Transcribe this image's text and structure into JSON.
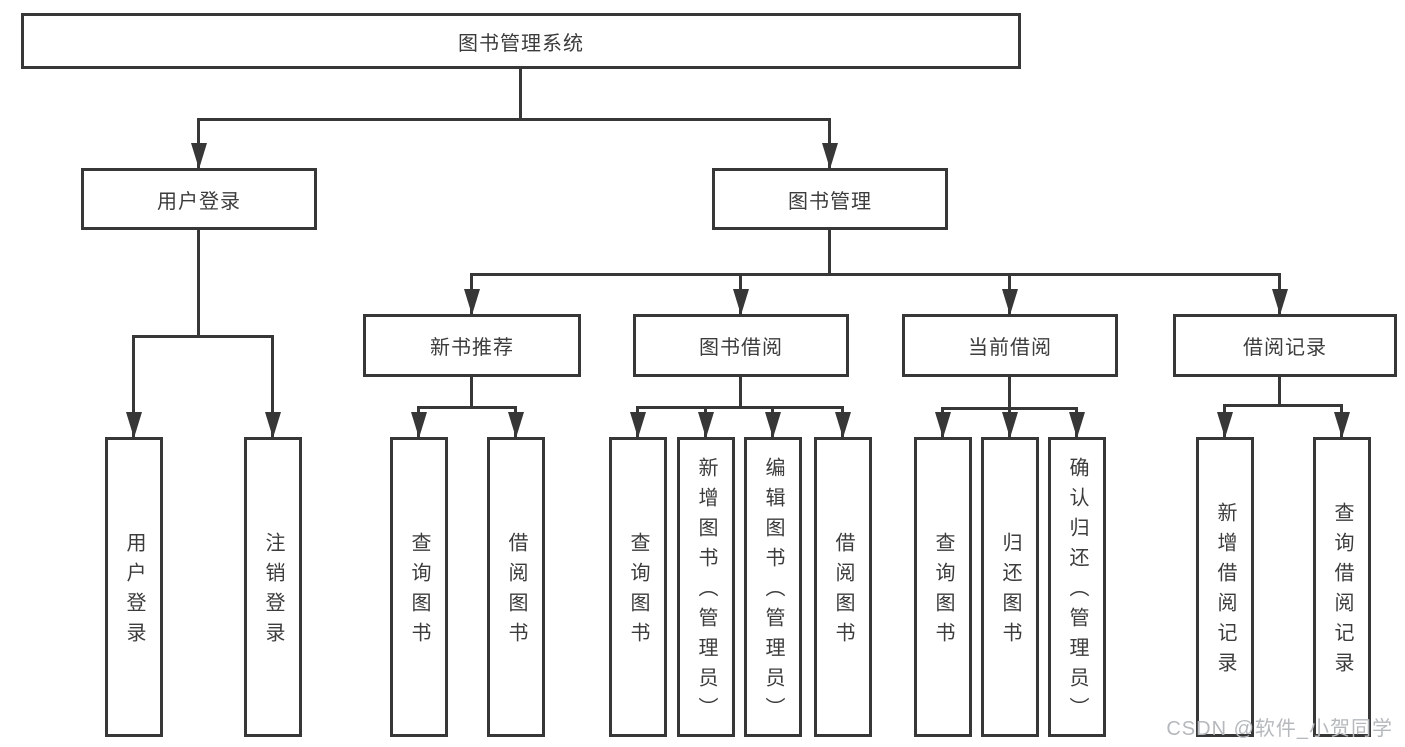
{
  "diagram": {
    "type": "hierarchy-tree",
    "title": "图书管理系统",
    "watermark": "CSDN @软件_小贺同学",
    "colors": {
      "line": "#373737",
      "box_border": "#373737",
      "text": "#3c3c3c",
      "background": "#ffffff",
      "watermark": "#b5b8bc"
    },
    "nodes": [
      {
        "id": "root",
        "label": "图书管理系统",
        "parent": null
      },
      {
        "id": "user_login",
        "label": "用户登录",
        "parent": "root"
      },
      {
        "id": "book_mgmt",
        "label": "图书管理",
        "parent": "root"
      },
      {
        "id": "ul_login",
        "label": "用户登录",
        "parent": "user_login"
      },
      {
        "id": "ul_logout",
        "label": "注销登录",
        "parent": "user_login"
      },
      {
        "id": "new_books",
        "label": "新书推荐",
        "parent": "book_mgmt"
      },
      {
        "id": "book_borrow",
        "label": "图书借阅",
        "parent": "book_mgmt"
      },
      {
        "id": "current_borrow",
        "label": "当前借阅",
        "parent": "book_mgmt"
      },
      {
        "id": "borrow_records",
        "label": "借阅记录",
        "parent": "book_mgmt"
      },
      {
        "id": "nb_query",
        "label": "查询图书",
        "parent": "new_books"
      },
      {
        "id": "nb_borrow",
        "label": "借阅图书",
        "parent": "new_books"
      },
      {
        "id": "bb_query",
        "label": "查询图书",
        "parent": "book_borrow"
      },
      {
        "id": "bb_add",
        "label": "新增图书（管理员）",
        "parent": "book_borrow"
      },
      {
        "id": "bb_edit",
        "label": "编辑图书（管理员）",
        "parent": "book_borrow"
      },
      {
        "id": "bb_borrow",
        "label": "借阅图书",
        "parent": "book_borrow"
      },
      {
        "id": "cb_query",
        "label": "查询图书",
        "parent": "current_borrow"
      },
      {
        "id": "cb_return",
        "label": "归还图书",
        "parent": "current_borrow"
      },
      {
        "id": "cb_confirm",
        "label": "确认归还（管理员）",
        "parent": "current_borrow"
      },
      {
        "id": "br_add",
        "label": "新增借阅记录",
        "parent": "borrow_records"
      },
      {
        "id": "br_query",
        "label": "查询借阅记录",
        "parent": "borrow_records"
      }
    ]
  }
}
